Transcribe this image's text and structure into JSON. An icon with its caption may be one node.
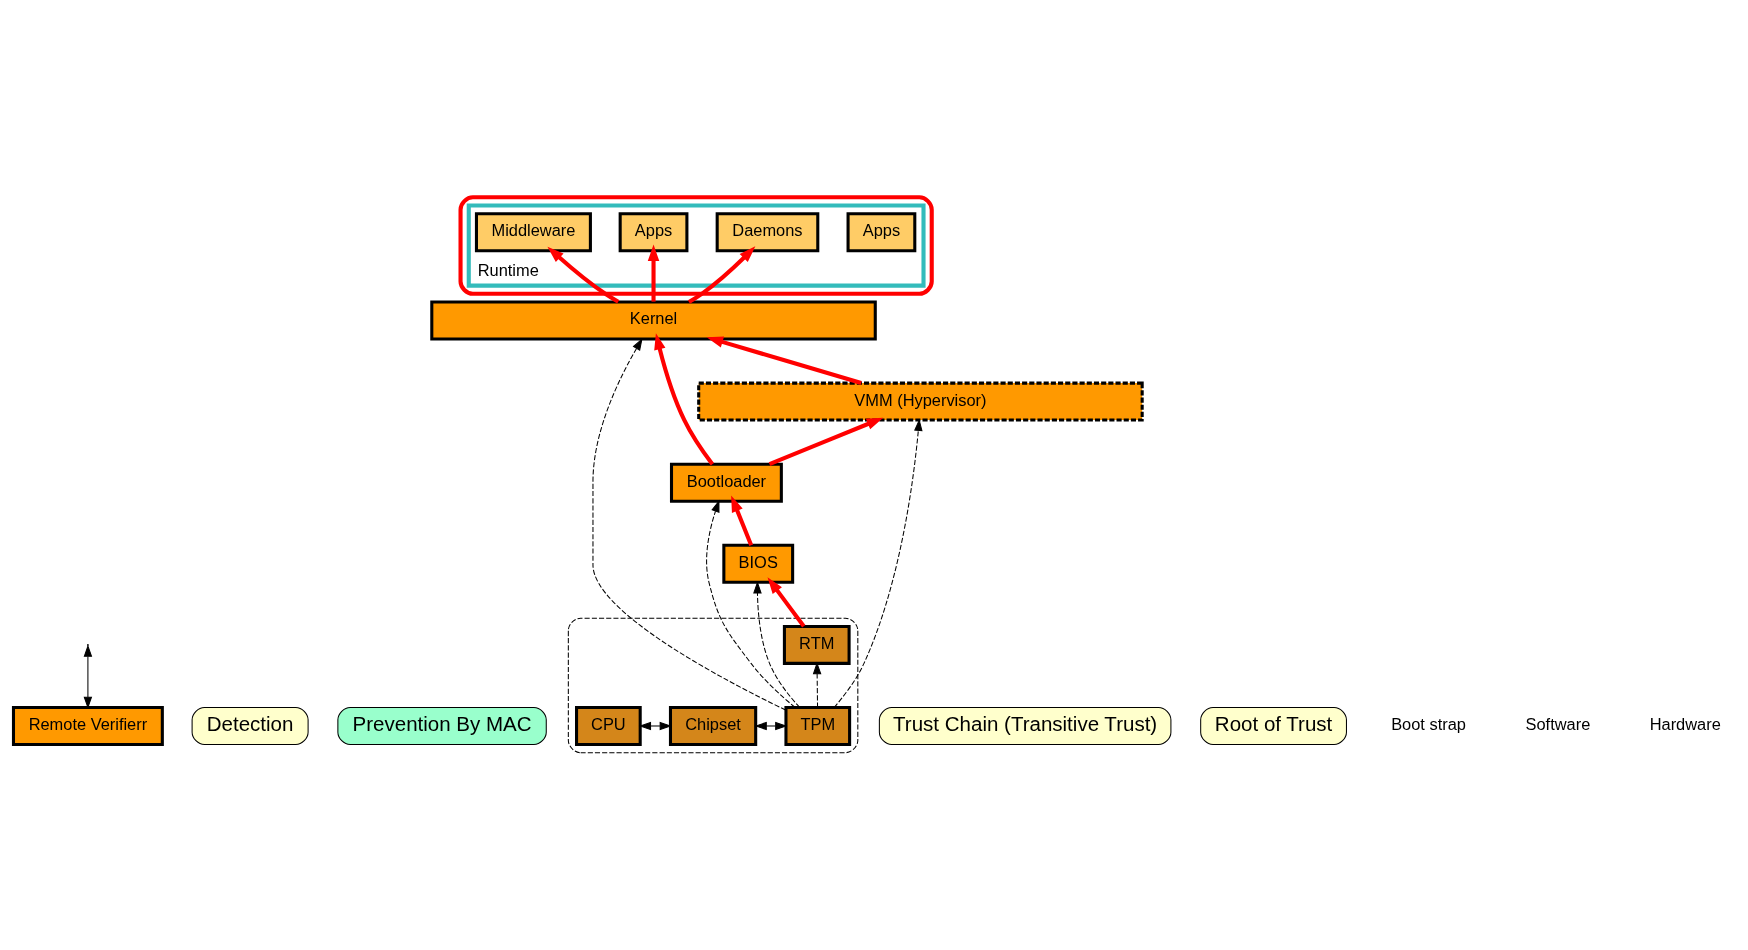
{
  "diagram": {
    "nodes": [
      {
        "text": [
          "Remote Verifierr"
        ]
      },
      {
        "text": [
          "Detection"
        ]
      },
      {
        "text": [
          "Prevention By MAC"
        ]
      },
      {
        "text": [],
        "shape": "box"
      },
      {
        "text": [
          "Runtime"
        ],
        "in": 3
      },
      {
        "text": [
          "Apps"
        ],
        "in": 4
      },
      {
        "text": [
          "Daemons"
        ],
        "in": 4
      },
      {
        "text": [
          "Apps"
        ],
        "in": 4
      },
      {
        "text": [
          "Middleware"
        ],
        "in": 4
      },
      {
        "text": [
          "Kernel"
        ]
      },
      {
        "text": [
          "VMM (Hypervisor)"
        ]
      },
      {
        "text": [
          "Trust Chain (Transitive Trust)"
        ]
      },
      {
        "text": [
          "Bootloader"
        ]
      },
      {
        "text": [
          "BIOS"
        ]
      },
      {
        "text": [],
        "shape": "box"
      },
      {
        "text": [
          "RTM"
        ],
        "in": 14
      },
      {
        "text": [
          "CPU"
        ],
        "in": 14
      },
      {
        "text": [
          "Chipset"
        ],
        "in": 14
      },
      {
        "text": [
          "TPM"
        ],
        "in": 14
      },
      {
        "text": [
          "Root of Trust"
        ]
      }
    ],
    "edges": [
      {
        "from": 0,
        "to": null,
        "arrow": "both"
      },
      {
        "from": 9,
        "to": 6,
        "arrow": "to",
        "style": "thick",
        "color": "#ff0000"
      },
      {
        "from": 9,
        "to": 7,
        "arrow": "to",
        "style": "thick",
        "color": "#ff0000"
      },
      {
        "from": 9,
        "to": 8,
        "arrow": "to",
        "style": "thick",
        "color": "#ff0000"
      },
      {
        "from": 10,
        "to": 9,
        "arrow": "to",
        "style": "thick",
        "color": "#ff0000"
      },
      {
        "from": 12,
        "to": 9,
        "arrow": "to",
        "style": "thick",
        "color": "#ff0000"
      },
      {
        "from": 12,
        "to": 10,
        "arrow": "to",
        "style": "thick",
        "color": "#ff0000"
      },
      {
        "from": 13,
        "to": 12,
        "arrow": "to",
        "style": "thick",
        "color": "#ff0000"
      },
      {
        "from": 15,
        "to": 13,
        "arrow": "to",
        "style": "thick",
        "color": "#ff0000"
      },
      {
        "from": 18,
        "to": 15,
        "arrow": "to",
        "style": "dashed"
      },
      {
        "from": 18,
        "to": 13,
        "arrow": "to",
        "style": "dashed"
      },
      {
        "from": 18,
        "to": 12,
        "arrow": "to",
        "style": "dashed"
      },
      {
        "from": 18,
        "to": 9,
        "arrow": "to",
        "style": "dashed"
      },
      {
        "from": 18,
        "to": 10,
        "arrow": "to",
        "style": "dashed"
      },
      {
        "from": 16,
        "to": 17,
        "arrow": "both"
      },
      {
        "from": 17,
        "to": 18,
        "arrow": "both"
      }
    ],
    "labels": [
      "Boot strap",
      "Software",
      "Hardware"
    ]
  }
}
